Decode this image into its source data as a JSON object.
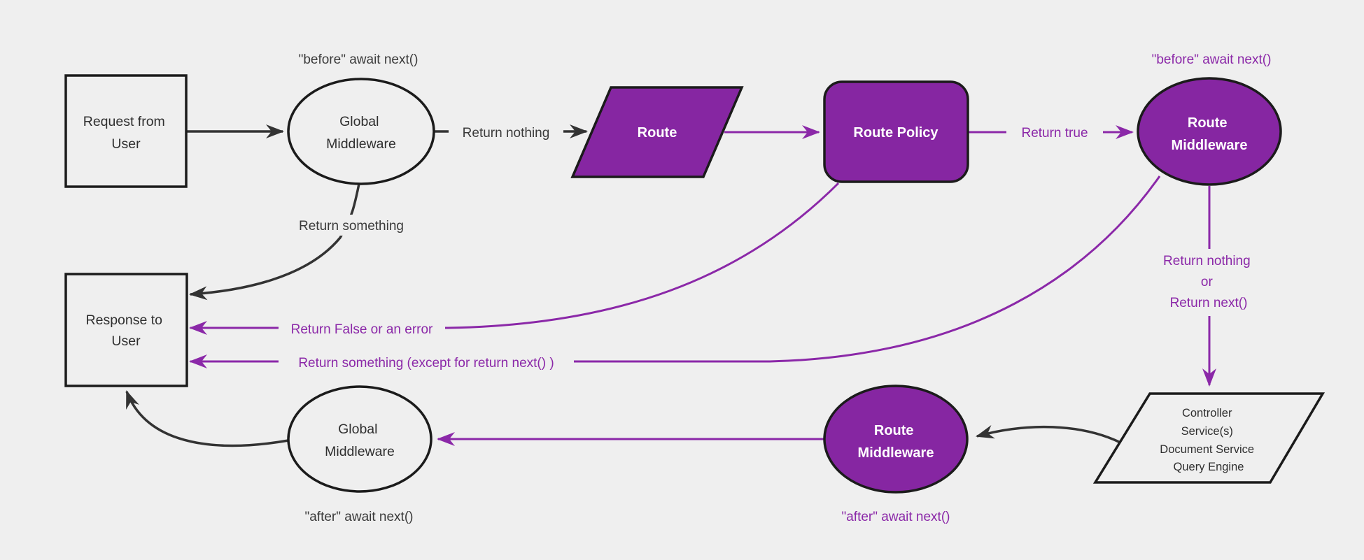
{
  "diagram": {
    "background_color": "#efefef",
    "colors": {
      "purple_node_fill": "#8626a2",
      "purple_edge": "#8b28a8",
      "dark_edge": "#333333",
      "node_border": "#1b1b1b",
      "light_node_fill": "#efefef",
      "white_node_text": "#ffffff",
      "dark_label_text": "#3b3b3b"
    },
    "nodes": {
      "request": {
        "lines": [
          "Request from",
          "User"
        ]
      },
      "global_mw_top": {
        "lines": [
          "Global",
          "Middleware"
        ]
      },
      "route": {
        "label": "Route"
      },
      "route_policy": {
        "label": "Route Policy"
      },
      "route_mw_top": {
        "lines": [
          "Route",
          "Middleware"
        ]
      },
      "controller": {
        "lines": [
          "Controller",
          "Service(s)",
          "Document Service",
          "Query Engine"
        ]
      },
      "route_mw_bottom": {
        "lines": [
          "Route",
          "Middleware"
        ]
      },
      "global_mw_bottom": {
        "lines": [
          "Global",
          "Middleware"
        ]
      },
      "response": {
        "lines": [
          "Response to",
          "User"
        ]
      }
    },
    "edge_labels": {
      "before_await_dark": "\"before\" await next()",
      "return_nothing": "Return nothing",
      "return_something": "Return something",
      "return_true": "Return true",
      "before_await_purple": "\"before\" await next()",
      "return_nothing_or_next": [
        "Return nothing",
        "or",
        "Return next()"
      ],
      "after_await_purple": "\"after\" await next()",
      "after_await_dark": "\"after\" await next()",
      "return_false_error": "Return False or an error",
      "return_something_except": "Return something (except for return next() )"
    }
  }
}
